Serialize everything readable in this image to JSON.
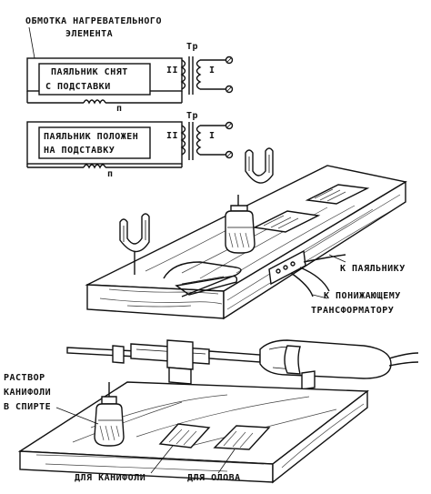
{
  "heater_winding_label": [
    "ОБМОТКА НАГРЕВАТЕЛЬНОГО",
    "ЭЛЕМЕНТА"
  ],
  "schematic_top": {
    "box_label": [
      "ПАЯЛЬНИК СНЯТ",
      "С ПОДСТАВКИ"
    ],
    "transformer": "Тр",
    "winding_secondary": "II",
    "winding_primary": "I",
    "contact": "п"
  },
  "schematic_bottom": {
    "box_label": [
      "ПАЯЛЬНИК ПОЛОЖЕН",
      "НА ПОДСТАВКУ"
    ],
    "transformer": "Тр",
    "winding_secondary": "II",
    "winding_primary": "I",
    "contact": "п"
  },
  "callouts": {
    "to_iron": "К ПАЯЛЬНИКУ",
    "to_transformer": [
      "К ПОНИЖАЮЩЕМУ",
      "ТРАНСФОРМАТОРУ"
    ],
    "rosin_solution": [
      "РАСТВОР",
      "КАНИФОЛИ",
      "В СПИРТЕ"
    ],
    "for_rosin": "ДЛЯ КАНИФОЛИ",
    "for_tin": "ДЛЯ ОЛОВА"
  }
}
